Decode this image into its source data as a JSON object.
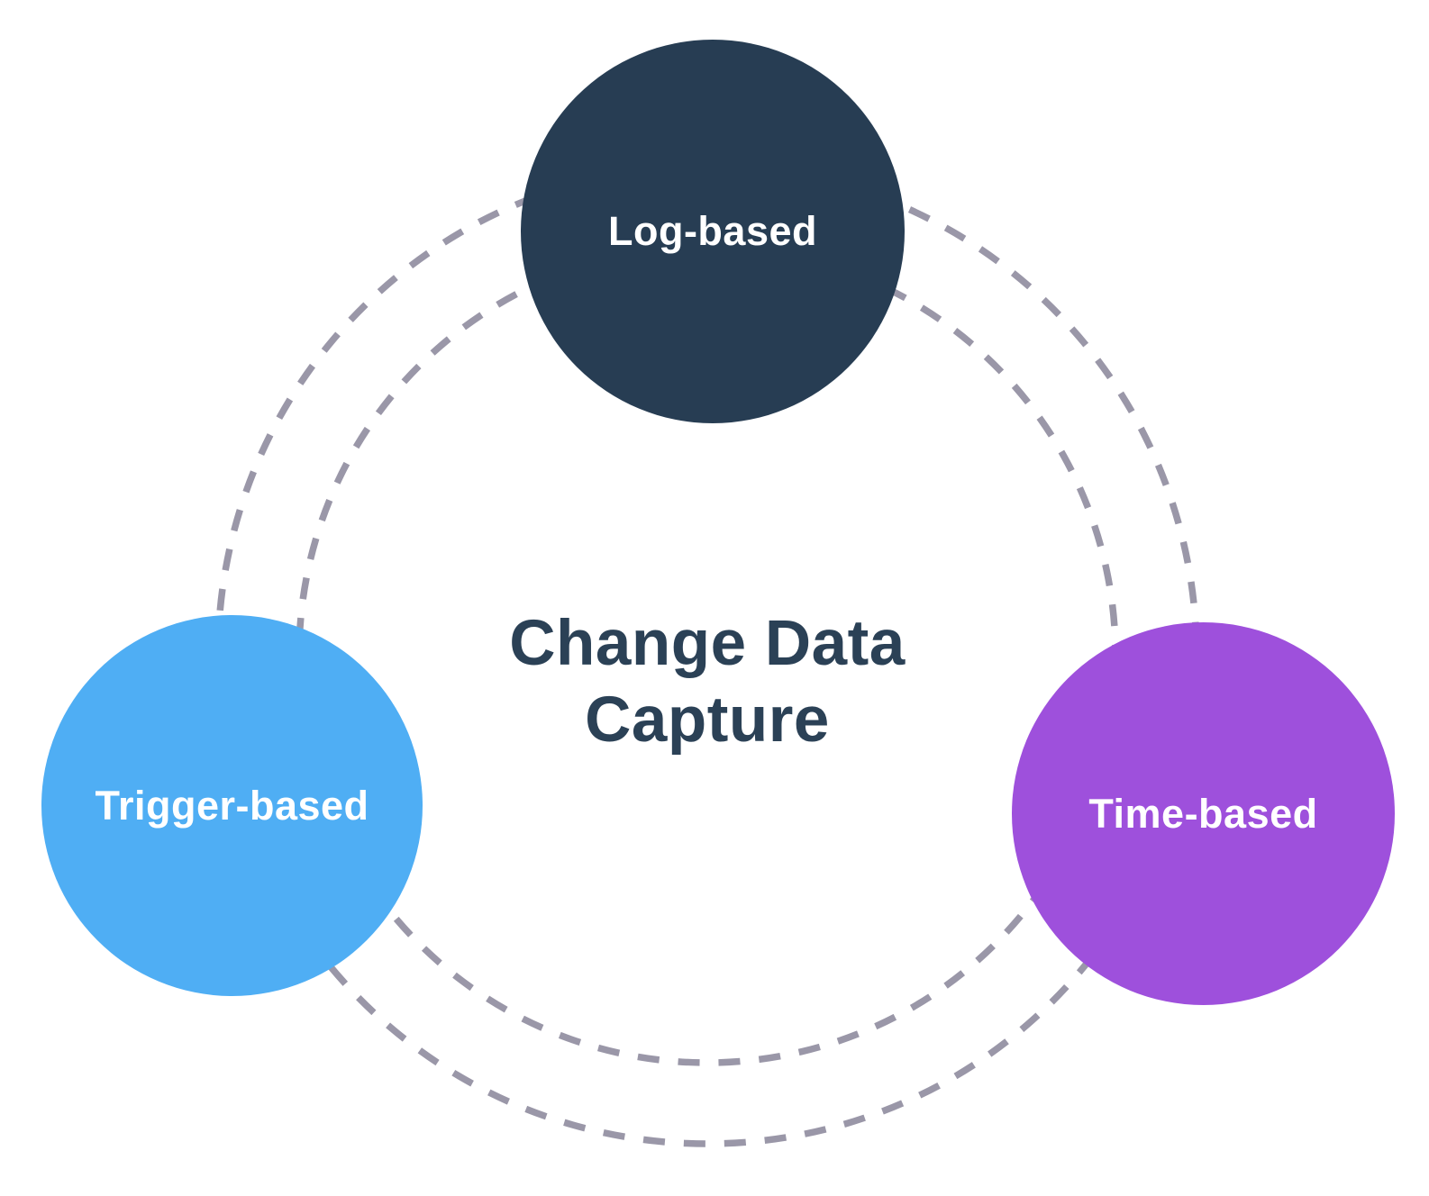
{
  "diagram": {
    "title": "Change Data Capture",
    "nodes": [
      {
        "id": "log-based",
        "label": "Log-based",
        "color": "#273D53"
      },
      {
        "id": "trigger-based",
        "label": "Trigger-based",
        "color": "#4FAEF4"
      },
      {
        "id": "time-based",
        "label": "Time-based",
        "color": "#9E50DC"
      }
    ],
    "colors": {
      "background": "#FFFFFF",
      "title_text": "#2B4156",
      "node_label_text": "#FFFFFF",
      "dashed_ring": "#9A97A8"
    }
  }
}
